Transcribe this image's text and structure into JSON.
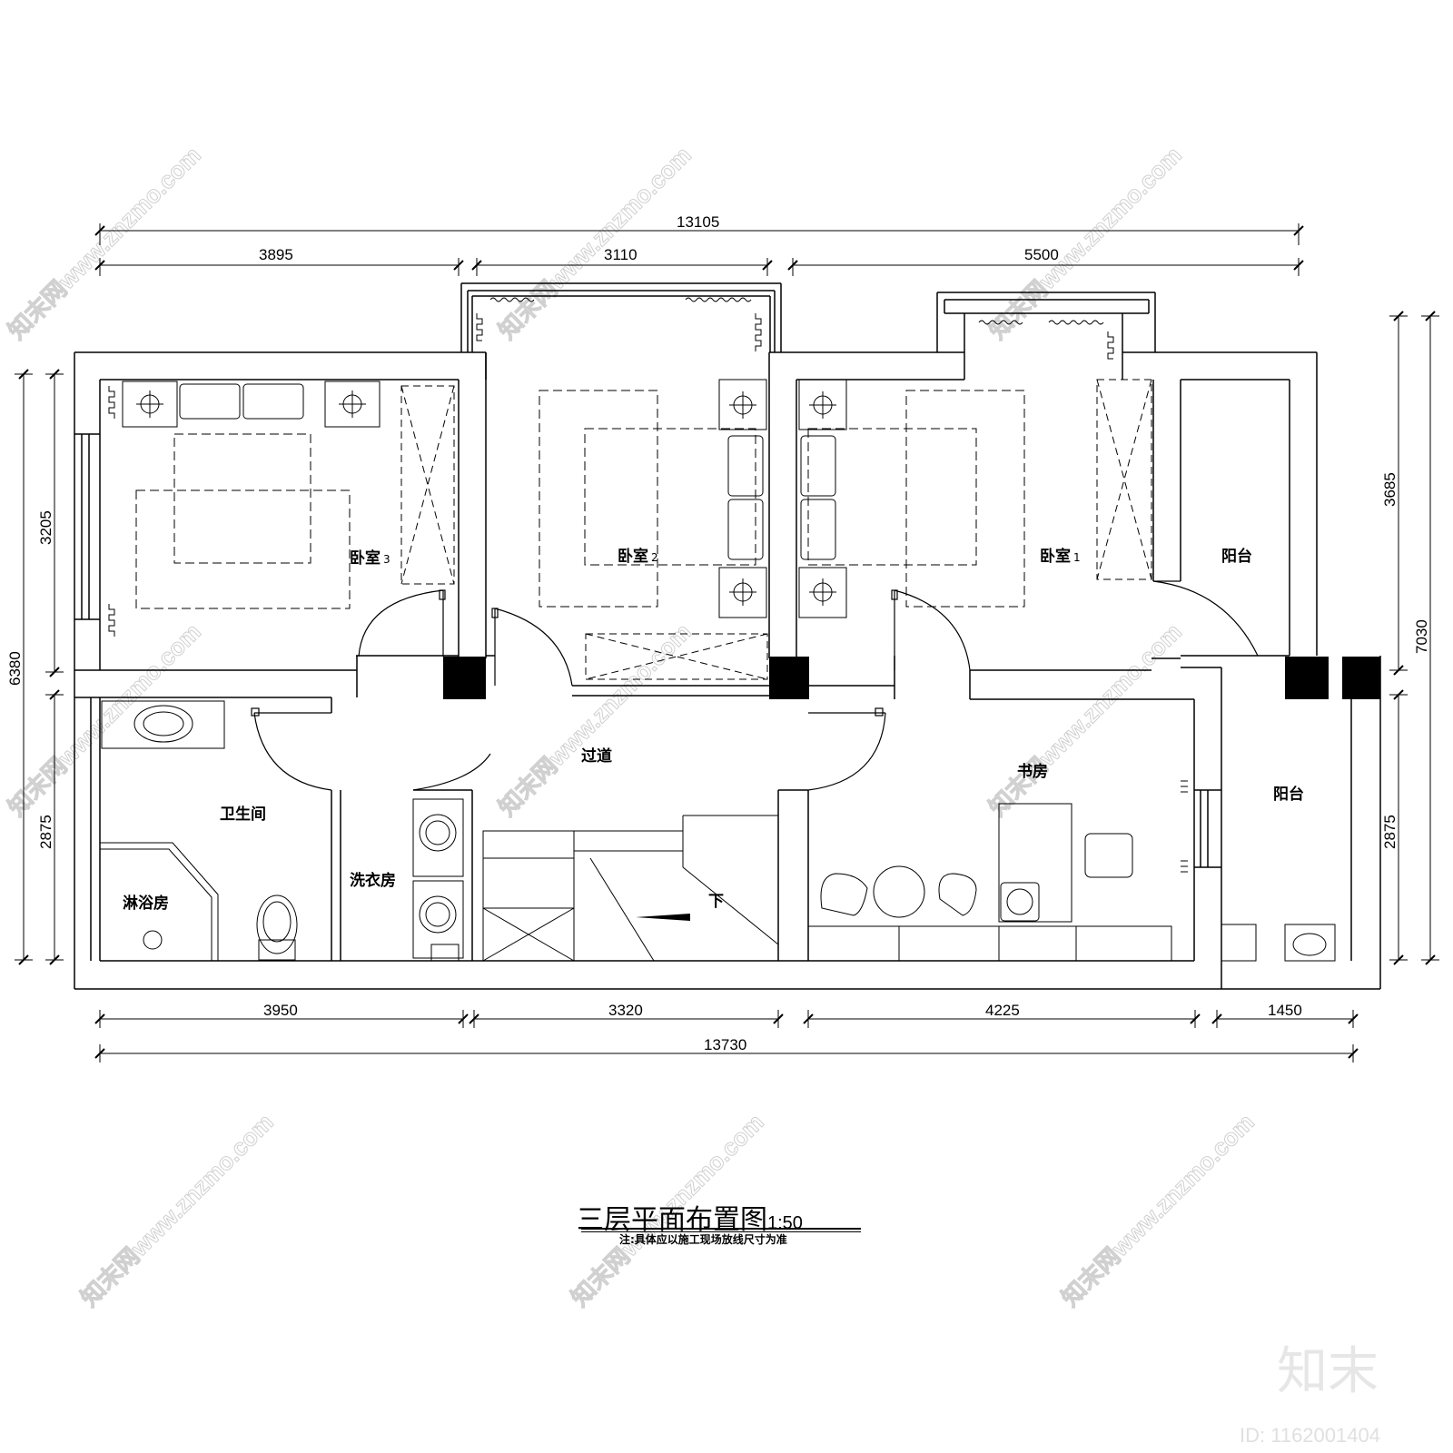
{
  "dimensions": {
    "top_total": "13105",
    "top_1": "3895",
    "top_2": "3110",
    "top_3": "5500",
    "bottom_total": "13730",
    "bottom_1": "3950",
    "bottom_2": "3320",
    "bottom_3": "4225",
    "bottom_4": "1450",
    "left_total": "6380",
    "left_upper": "3205",
    "left_lower": "2875",
    "right_upper": "3685",
    "right_total": "7030",
    "right_lower": "2875"
  },
  "rooms": {
    "bedroom3": "卧室",
    "bedroom3_num": "3",
    "bedroom2": "卧室",
    "bedroom2_num": "2",
    "bedroom1": "卧室",
    "bedroom1_num": "1",
    "balcony_upper": "阳台",
    "balcony_lower": "阳台",
    "corridor": "过道",
    "study": "书房",
    "bathroom": "卫生间",
    "laundry": "洗衣房",
    "shower": "淋浴房",
    "stairs_down": "下"
  },
  "title": {
    "main": "三层平面布置图",
    "scale": "1:50",
    "note": "注:具体应以施工现场放线尺寸为准"
  },
  "watermark": {
    "text": "知末网www.znzmo.com",
    "brand": "知末",
    "id": "ID: 1162001404"
  }
}
